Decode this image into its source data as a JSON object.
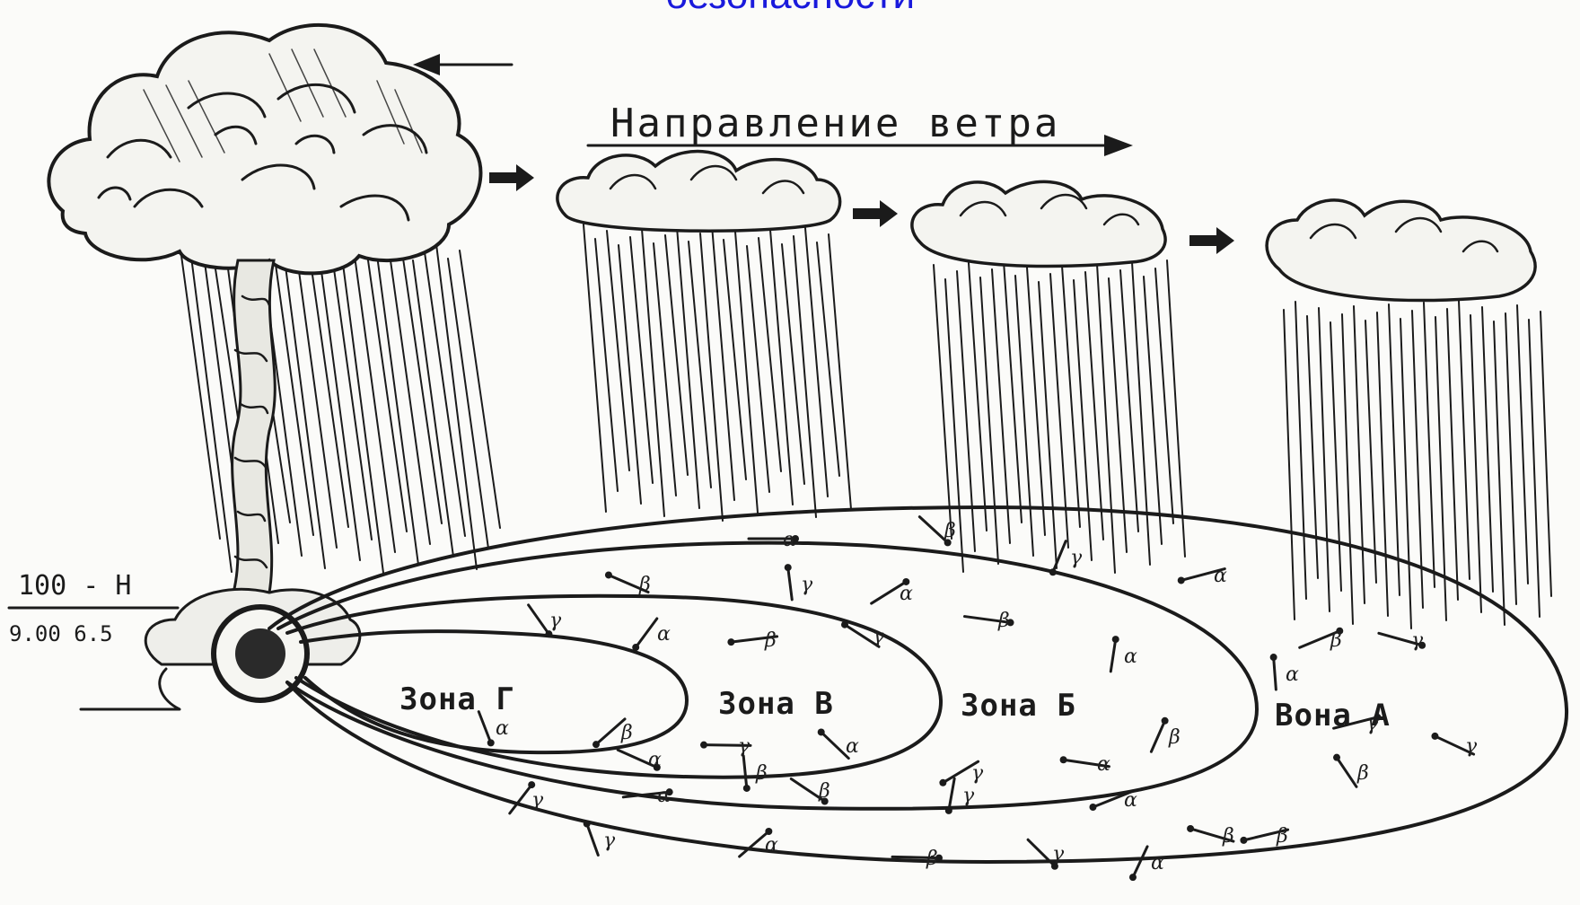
{
  "title": "безопасности",
  "wind_direction_label": "Направление ветра",
  "explosion_marker": {
    "top": "100 - Н",
    "bottom": "9.00 6.5"
  },
  "zones": [
    {
      "id": "g",
      "label": "Зона Г"
    },
    {
      "id": "v",
      "label": "Зона В"
    },
    {
      "id": "b",
      "label": "Зона Б"
    },
    {
      "id": "a",
      "label": "Вона А"
    }
  ],
  "ground_markers": [
    "α",
    "β",
    "γ"
  ],
  "colors": {
    "title": "#1a1adc",
    "ink": "#1b1b1b",
    "paper": "#fbfbf9"
  }
}
